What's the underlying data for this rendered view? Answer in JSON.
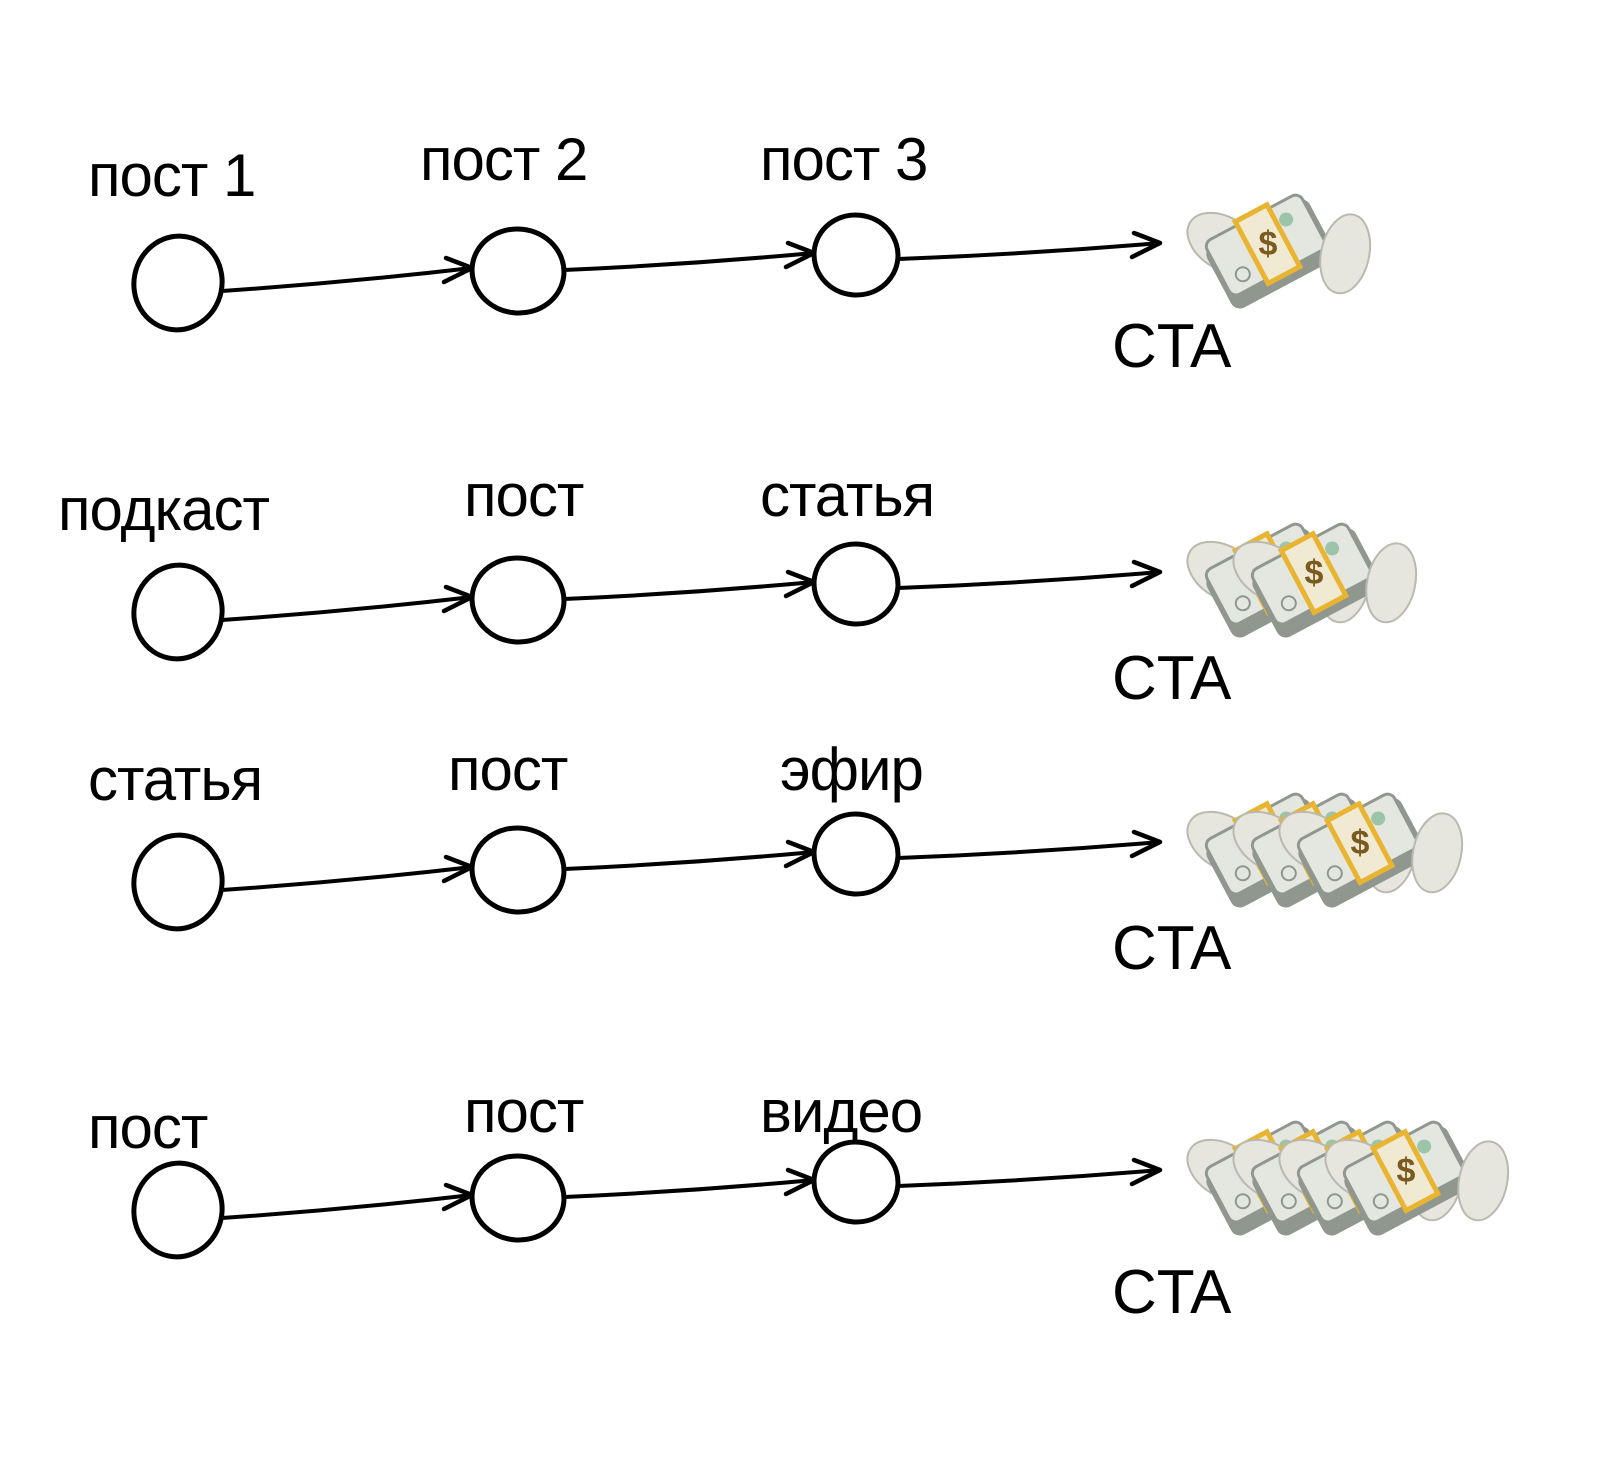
{
  "diagram": {
    "cta_label": "CTA",
    "colors": {
      "ink": "#000000",
      "bill": "#8f978f",
      "bill_light": "#e4e7df",
      "band": "#e8b431",
      "band_paper": "#f1ead2",
      "dollar": "#7a5a1e",
      "wing": "#e6e6de",
      "wing_shade": "#b9b9b0"
    },
    "rows": [
      {
        "steps": [
          "пост 1",
          "пост 2",
          "пост 3"
        ],
        "reward_stacks": 1,
        "reward_icon": "money-with-wings-icon"
      },
      {
        "steps": [
          "подкаст",
          "пост",
          "статья"
        ],
        "reward_stacks": 2,
        "reward_icon": "money-with-wings-icon"
      },
      {
        "steps": [
          "статья",
          "пост",
          "эфир"
        ],
        "reward_stacks": 3,
        "reward_icon": "money-with-wings-icon"
      },
      {
        "steps": [
          "пост",
          "пост",
          "видео"
        ],
        "reward_stacks": 4,
        "reward_icon": "money-with-wings-icon"
      }
    ]
  }
}
